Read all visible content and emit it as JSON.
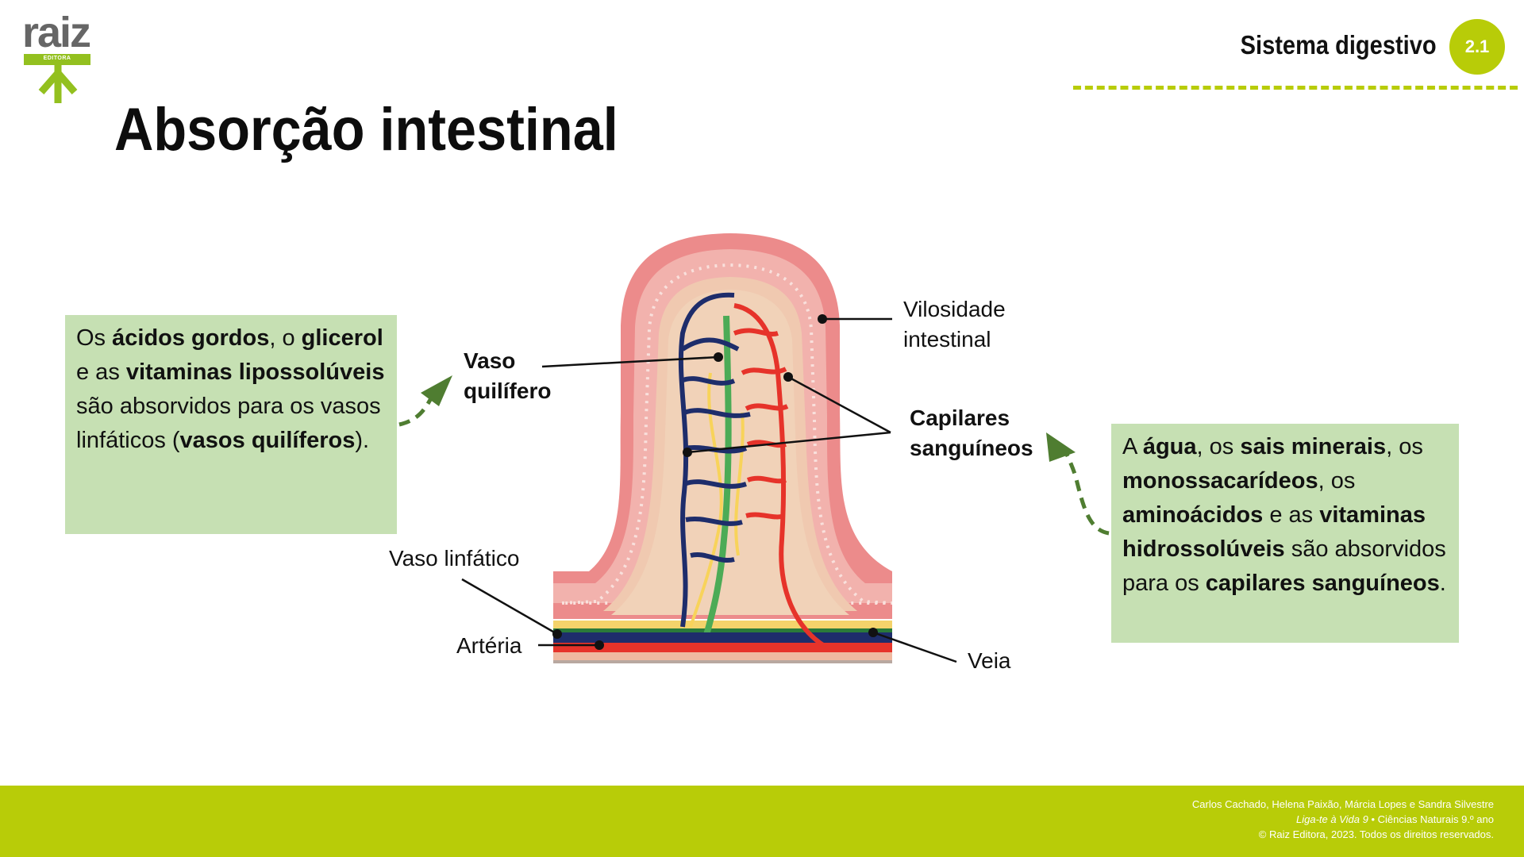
{
  "logo": {
    "text": "raiz",
    "subtext": "EDITORA"
  },
  "header": {
    "chapter_name": "Sistema digestivo",
    "chapter_number": "2.1",
    "accent_color": "#b8cc08"
  },
  "title": "Absorção intestinal",
  "left_box": {
    "segments": [
      "Os ",
      "ácidos gordos",
      ", o ",
      "glicerol",
      " e as ",
      "vitaminas lipossolúveis",
      " são absorvidos para os vasos linfáticos (",
      "vasos quilíferos",
      ")."
    ]
  },
  "right_box": {
    "segments": [
      "A ",
      "água",
      ", os ",
      "sais minerais",
      ", os ",
      "monossacarídeos",
      ", os ",
      "aminoácidos",
      " e as ",
      "vitaminas hidrossolúveis",
      " são absorvidos para os ",
      "capilares sanguíneos",
      "."
    ]
  },
  "diagram_labels": {
    "vilosidade": [
      "Vilosidade",
      "intestinal"
    ],
    "vaso_quilifero": [
      "Vaso",
      "quilífero"
    ],
    "capilares": [
      "Capilares",
      "sanguíneos"
    ],
    "vaso_linfatico": "Vaso linfático",
    "arteria": "Artéria",
    "veia": "Veia"
  },
  "footer": {
    "authors": "Carlos Cachado, Helena Paixão, Márcia Lopes e Sandra Silvestre",
    "book": "Liga-te à Vida 9",
    "book_sep": " •  ",
    "subject": "Ciências Naturais 9.º ano",
    "copyright": "© Raiz Editora, 2023. Todos os direitos reservados."
  }
}
